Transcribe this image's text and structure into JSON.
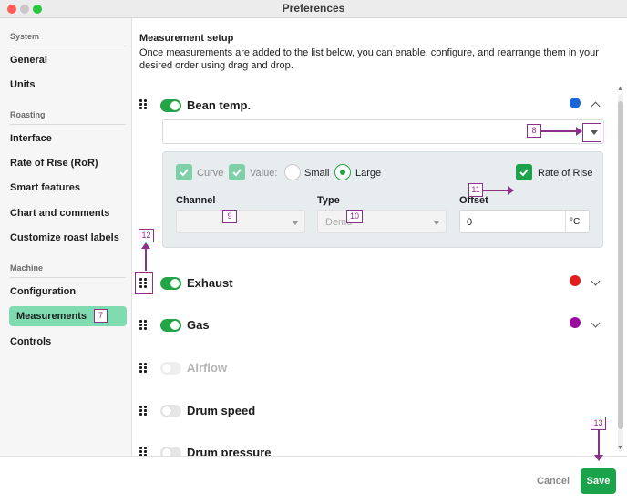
{
  "window": {
    "title": "Preferences"
  },
  "sidebar": {
    "sections": [
      {
        "title": "System",
        "items": [
          "General",
          "Units"
        ]
      },
      {
        "title": "Roasting",
        "items": [
          "Interface",
          "Rate of Rise (RoR)",
          "Smart features",
          "Chart and comments",
          "Customize roast labels"
        ]
      },
      {
        "title": "Machine",
        "items": [
          "Configuration",
          "Measurements",
          "Controls"
        ]
      }
    ],
    "active": "Measurements"
  },
  "main": {
    "heading": "Measurement setup",
    "description": "Once measurements are added to the list below, you can enable, configure, and rearrange them in your desired order using drag and drop.",
    "measurements": [
      {
        "name": "Bean temp.",
        "enabled": true,
        "color": "#1a66d6",
        "expanded": true
      },
      {
        "name": "Exhaust",
        "enabled": true,
        "color": "#e01c1c",
        "expanded": false
      },
      {
        "name": "Gas",
        "enabled": true,
        "color": "#9b0aa0",
        "expanded": false
      },
      {
        "name": "Airflow",
        "enabled": false,
        "color": "",
        "expanded": false
      },
      {
        "name": "Drum speed",
        "enabled": false,
        "color": "",
        "expanded": false
      },
      {
        "name": "Drum pressure",
        "enabled": false,
        "color": "",
        "expanded": false
      }
    ],
    "config": {
      "curve_label": "Curve",
      "value_label": "Value:",
      "small_label": "Small",
      "large_label": "Large",
      "ror_label": "Rate of Rise",
      "channel_label": "Channel",
      "type_label": "Type",
      "offset_label": "Offset",
      "type_value": "Demo",
      "offset_value": "0",
      "offset_unit": "°C",
      "channel_value": ""
    }
  },
  "annotations": {
    "a7": "7",
    "a8": "8",
    "a9": "9",
    "a10": "10",
    "a11": "11",
    "a12": "12",
    "a13": "13"
  },
  "footer": {
    "cancel": "Cancel",
    "save": "Save"
  },
  "colors": {
    "accent": "#22a447",
    "save_bg": "#1aa34a",
    "annotation": "#8a2f8a"
  }
}
